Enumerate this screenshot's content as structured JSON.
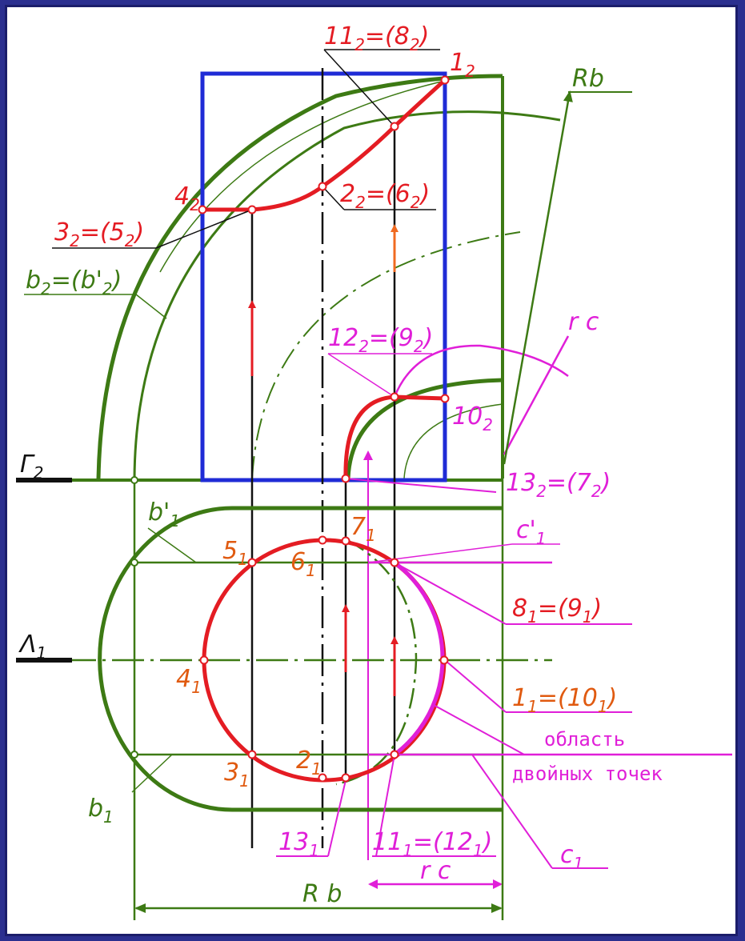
{
  "colors": {
    "background": "#2b2f8f",
    "paper": "#ffffff",
    "construction_green": "#3d7a14",
    "cylinder_blue": "#1f2bd6",
    "curve_red": "#e41c23",
    "point_label_orange": "#e05a10",
    "annotation_magenta": "#e01fd8",
    "axis_black": "#111111"
  },
  "labels": {
    "p11": {
      "main": "11",
      "sub": "2",
      "rest": "=(8",
      "sub2": "2",
      "close": ")"
    },
    "p1": {
      "main": "1",
      "sub": "2"
    },
    "rb_top": "Rb",
    "p4": {
      "main": "4",
      "sub": "2"
    },
    "p2": {
      "main": "2",
      "sub": "2",
      "rest": "=(6",
      "sub2": "2",
      "close": ")"
    },
    "p3": {
      "main": "3",
      "sub": "2",
      "rest": "=(5",
      "sub2": "2",
      "close": ")"
    },
    "b2": {
      "main": "b",
      "sub": "2",
      "rest": "=(b'",
      "sub2": "2",
      "close": ")"
    },
    "rc_top": "r c",
    "p12": {
      "main": "12",
      "sub": "2",
      "rest": "=(9",
      "sub2": "2",
      "close": ")"
    },
    "p10": {
      "main": "10",
      "sub": "2"
    },
    "gamma": {
      "main": "Г",
      "sub": "2"
    },
    "p13": {
      "main": "13",
      "sub": "2",
      "rest": "=(7",
      "sub2": "2",
      "close": ")"
    },
    "b1p": {
      "main": "b'",
      "sub": "1"
    },
    "c1p": {
      "main": "c'",
      "sub": "1"
    },
    "p5": {
      "main": "5",
      "sub": "1"
    },
    "p6": {
      "main": "6",
      "sub": "1"
    },
    "p7": {
      "main": "7",
      "sub": "1"
    },
    "p8": {
      "main": "8",
      "sub": "1",
      "rest": "=(9",
      "sub2": "1",
      "close": ")"
    },
    "lambda": {
      "main": "Λ",
      "sub": "1"
    },
    "p4b": {
      "main": "4",
      "sub": "1"
    },
    "p1b": {
      "main": "1",
      "sub": "1",
      "rest": "=(10",
      "sub2": "1",
      "close": ")"
    },
    "region1": "область",
    "region2": "двойных точек",
    "b1": {
      "main": "b",
      "sub": "1"
    },
    "p3b": {
      "main": "3",
      "sub": "1"
    },
    "p2b": {
      "main": "2",
      "sub": "1"
    },
    "p13b": {
      "main": "13",
      "sub": "1"
    },
    "p11b": {
      "main": "11",
      "sub": "1",
      "rest": "=(12",
      "sub2": "1",
      "close": ")"
    },
    "c1": {
      "main": "c",
      "sub": "1"
    },
    "rc_bottom": "r c",
    "rb_bottom": "R b"
  }
}
